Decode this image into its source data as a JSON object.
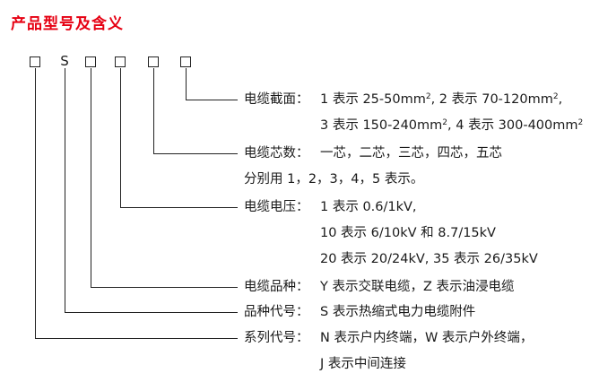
{
  "title": "产品型号及含义",
  "colors": {
    "title": "#e60012",
    "text": "#1a1a1a",
    "line": "#222222"
  },
  "code_chars": [
    "S"
  ],
  "sections": {
    "section": {
      "label": "电缆截面：",
      "line1_text": "1 表示 25-50mm",
      "line1_sup": "2",
      "line1_text2": ", 2 表示 70-120mm",
      "line1_sup2": "2",
      "line1_text3": ",",
      "line2_text": "3 表示 150-240mm",
      "line2_sup": "2",
      "line2_text2": ", 4 表示 300-400mm",
      "line2_sup2": "2"
    },
    "cores": {
      "label": "电缆芯数：",
      "line1": "一芯，二芯，三芯，四芯，五芯",
      "line2": "分别用 1，2，3，4，5 表示。"
    },
    "voltage": {
      "label": "电缆电压：",
      "line1": "1 表示 0.6/1kV,",
      "line2": "10 表示 6/10kV 和 8.7/15kV",
      "line3": "20 表示 20/24kV, 35 表示 26/35kV"
    },
    "variety": {
      "label": "电缆品种：",
      "line1": "Y 表示交联电缆，Z 表示油浸电缆"
    },
    "product_code": {
      "label": "品种代号：",
      "line1": "S 表示热缩式电力电缆附件"
    },
    "series_code": {
      "label": "系列代号：",
      "line1": "N 表示户内终端，W 表示户外终端，",
      "line2": "J 表示中间连接"
    }
  }
}
